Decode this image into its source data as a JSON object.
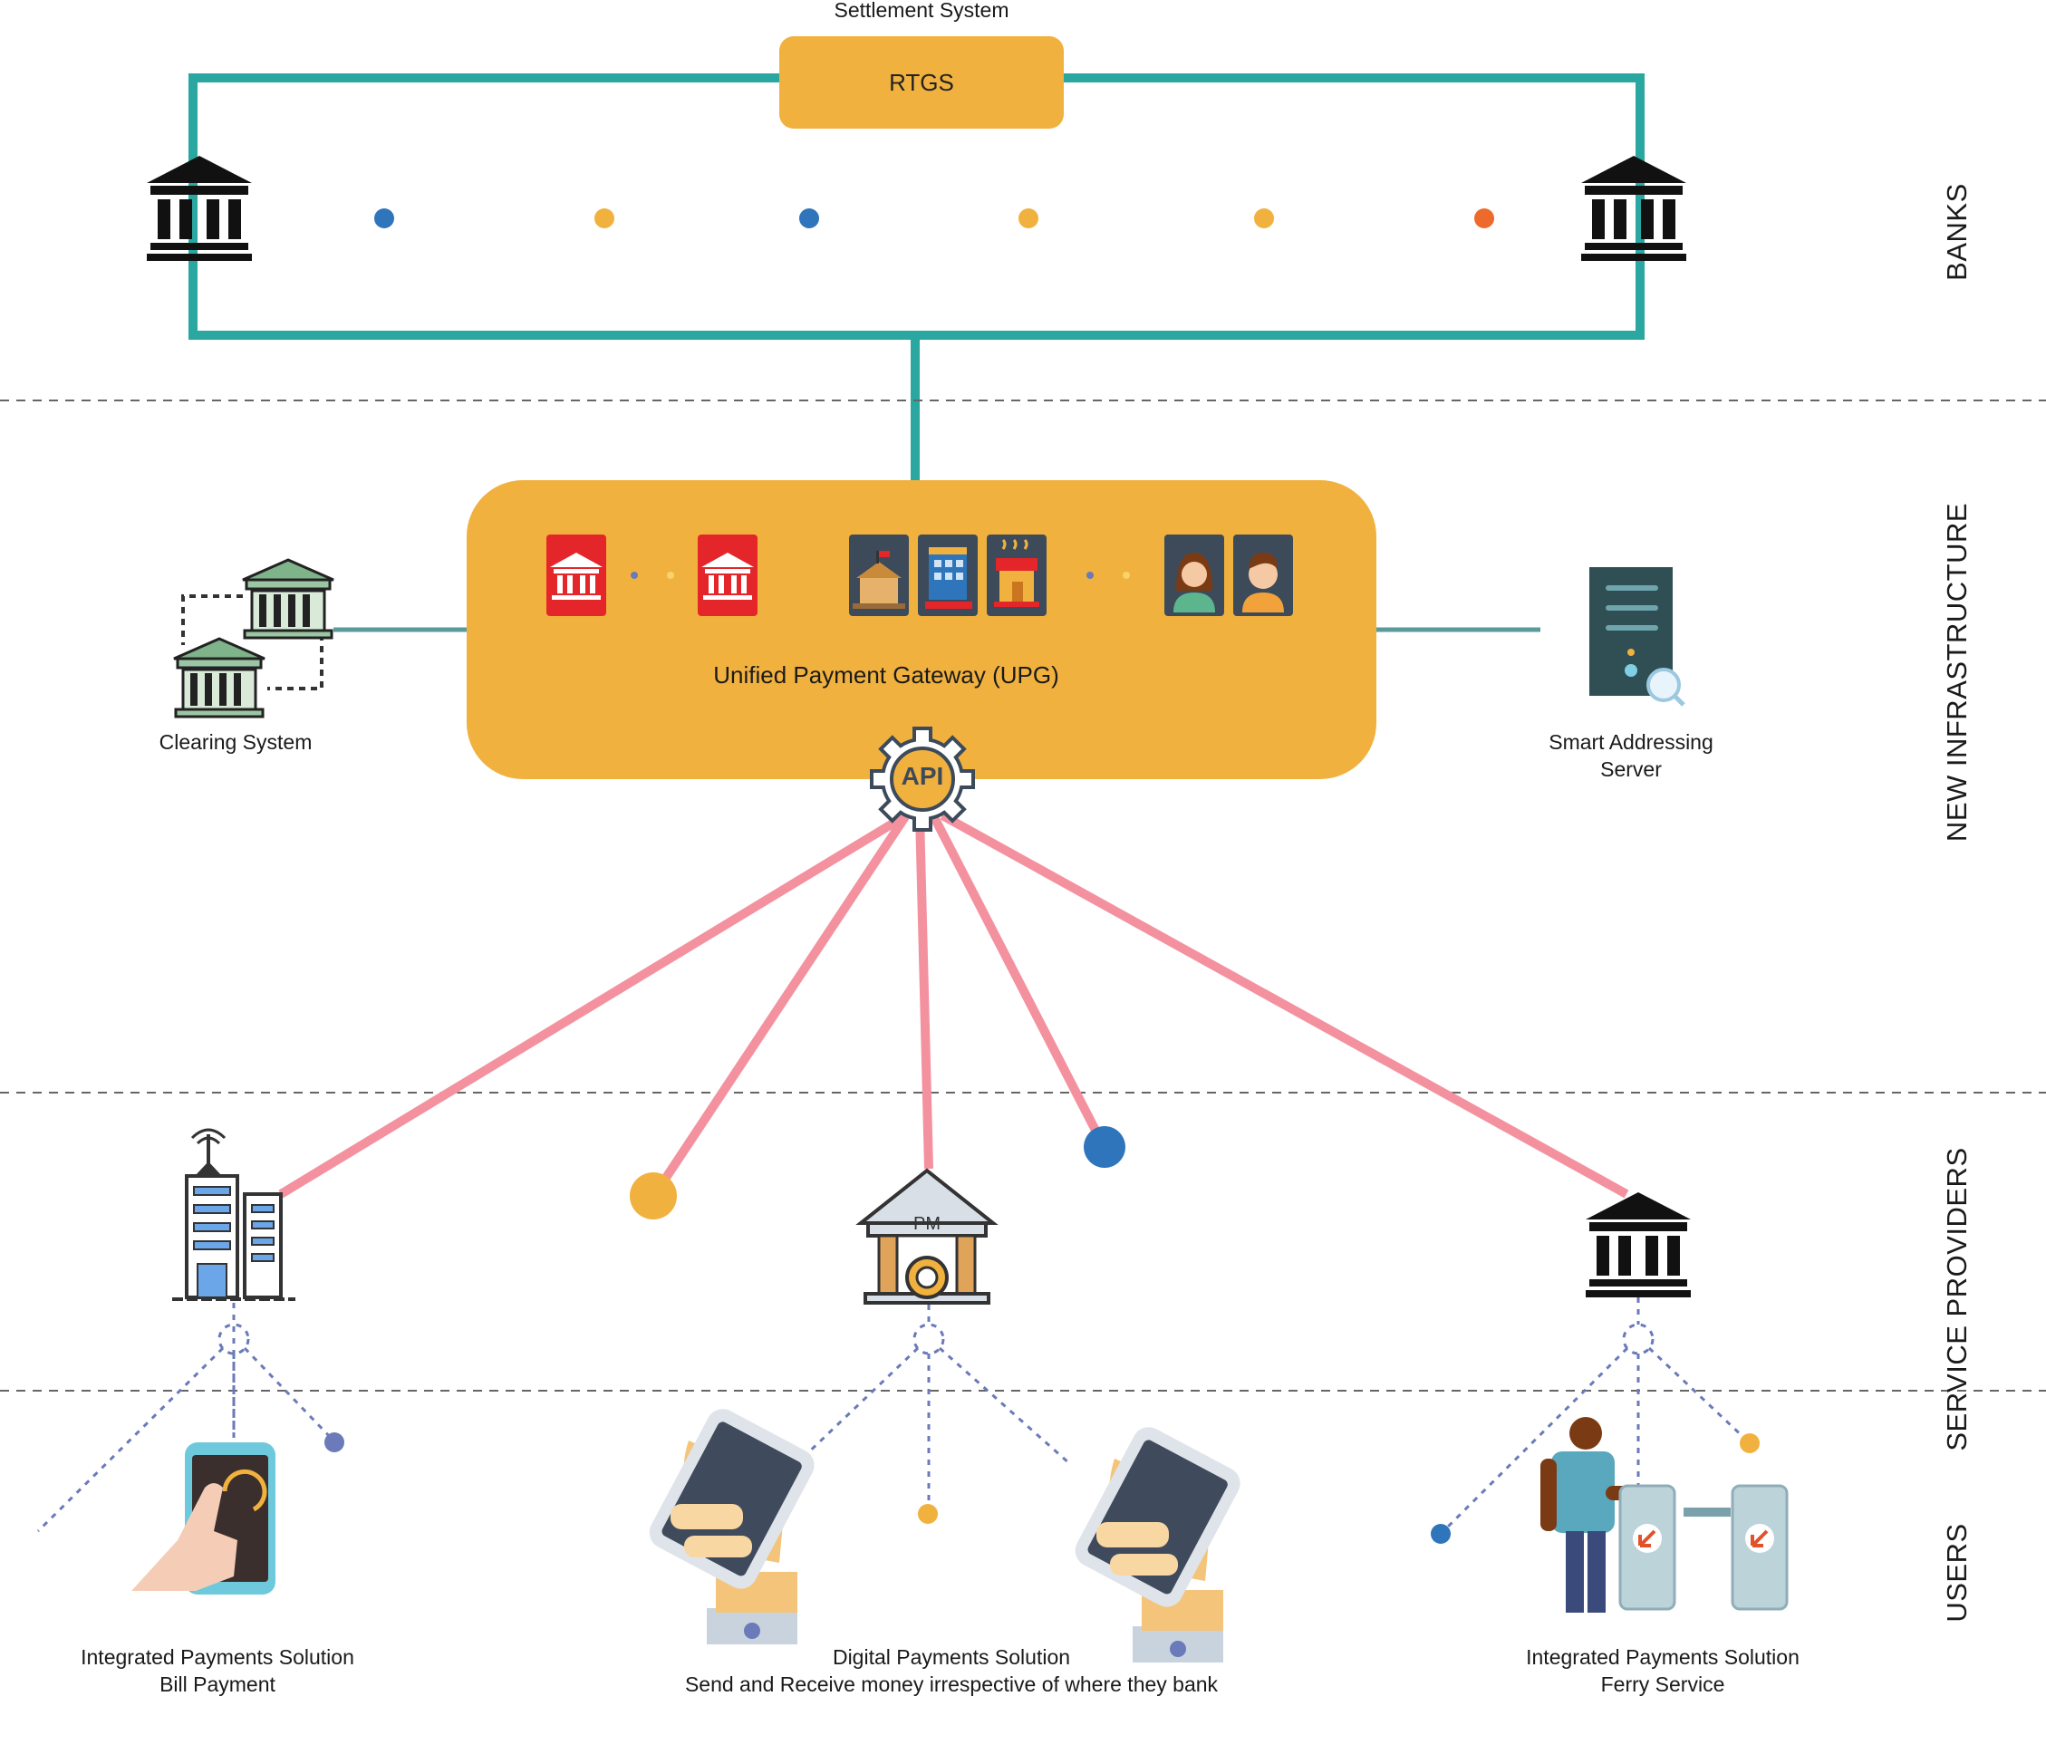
{
  "settlement": {
    "caption": "Settlement System",
    "box_label": "RTGS"
  },
  "sections": {
    "banks": "BANKS",
    "new_infrastructure": "NEW INFRASTRUCTURE",
    "service_providers": "SERVICE PROVIDERS",
    "users": "USERS"
  },
  "upg": {
    "label": "Unified Payment Gateway (UPG)",
    "api_badge": "API"
  },
  "clearing": {
    "label": "Clearing System"
  },
  "smart_addressing": {
    "line1": "Smart Addressing",
    "line2": "Server"
  },
  "post_office": {
    "sign": "PM"
  },
  "solutions": [
    {
      "line1": "Integrated Payments Solution",
      "line2": "Bill Payment"
    },
    {
      "line1": "Digital Payments Solution",
      "line2": "Send and Receive money irrespective of where they bank"
    },
    {
      "line1": "Integrated Payments Solution",
      "line2": "Ferry Service"
    }
  ],
  "colors": {
    "orange": "#f1b13f",
    "teal": "#2aa7a0",
    "pink": "#f4919f",
    "blue": "#2e75bb",
    "dot_orange": "#f1b13f",
    "dot_red": "#ee6a2c",
    "dotted": "#6b7ab8"
  },
  "icons": [
    "bank-icon",
    "building-icon",
    "post-office-icon",
    "server-icon",
    "smartphone-icon",
    "hand-phone-icon",
    "person-icon",
    "turnstile-icon",
    "api-gear-icon",
    "merchant-icon",
    "avatar-icon"
  ]
}
